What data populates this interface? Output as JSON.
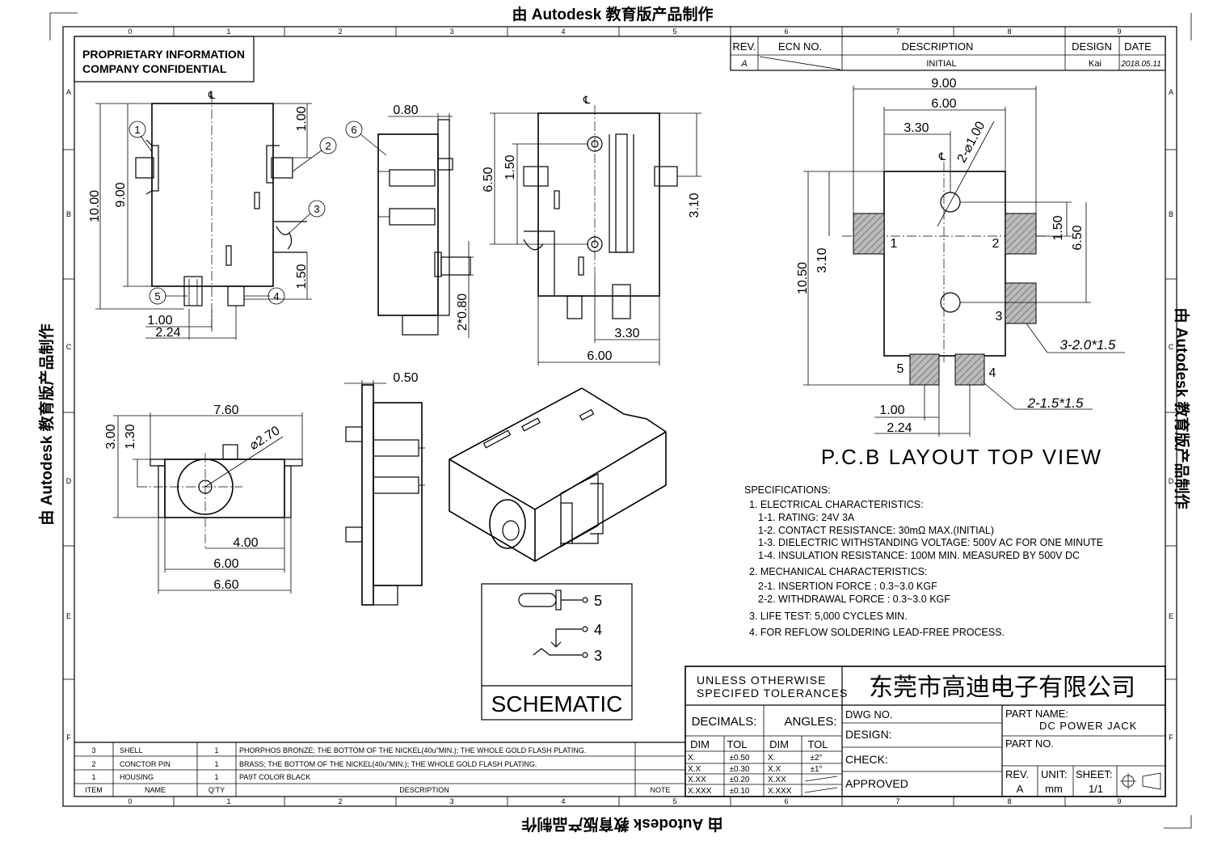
{
  "watermark": "由 Autodesk 教育版产品制作",
  "proprietary": {
    "line1": "PROPRIETARY INFORMATION",
    "line2": "COMPANY CONFIDENTIAL"
  },
  "grid": {
    "columns": [
      "0",
      "1",
      "2",
      "3",
      "4",
      "5",
      "6",
      "7",
      "8",
      "9"
    ],
    "rows": [
      "A",
      "B",
      "C",
      "D",
      "E",
      "F"
    ]
  },
  "revision_table": {
    "headers": {
      "rev": "REV.",
      "ecn": "ECN NO.",
      "description": "DESCRIPTION",
      "design": "DESIGN",
      "date": "DATE"
    },
    "row": {
      "rev": "A",
      "description": "INITIAL",
      "design": "Kai",
      "date": "2018.05.11"
    }
  },
  "dimensions": {
    "side_view": {
      "height_total": "10.00",
      "height_inner": "9.00",
      "top_gap": "1.00",
      "bottom_gap": "1.50",
      "pitch": "1.00",
      "span": "2.24",
      "balloons": [
        "1",
        "2",
        "3",
        "4",
        "5"
      ]
    },
    "end_view": {
      "tab": "0.80",
      "pin": "2*0.80",
      "balloon": "6"
    },
    "top_view": {
      "pin_pitch": "1.50",
      "height": "6.50",
      "offset": "3.10",
      "width": "6.00",
      "half": "3.30"
    },
    "front_view": {
      "width": "7.60",
      "height": "3.00",
      "center": "1.30",
      "diameter": "⌀2.70",
      "w1": "4.00",
      "w2": "6.00",
      "w3": "6.60"
    },
    "rear_view": {
      "tab": "0.50"
    },
    "pcb": {
      "w_outer": "9.00",
      "w_inner": "6.00",
      "w_half": "3.30",
      "holes": "2-⌀1.00",
      "height": "10.50",
      "offset": "3.10",
      "pitch_v": "1.50",
      "pitch_h": "6.50",
      "pad_a": "3-2.0*1.5",
      "pad_b": "2-1.5*1.5",
      "d1": "1.00",
      "d2": "2.24",
      "pads": [
        "1",
        "2",
        "3",
        "4",
        "5"
      ],
      "title": "P.C.B LAYOUT TOP VIEW"
    }
  },
  "schematic": {
    "title": "SCHEMATIC",
    "pins": [
      "5",
      "4",
      "3"
    ]
  },
  "specifications": {
    "heading": "SPECIFICATIONS:",
    "lines": [
      "1. ELECTRICAL CHARACTERISTICS:",
      "1-1. RATING: 24V 3A",
      "1-2. CONTACT RESISTANCE: 30mΩ MAX.(INITIAL)",
      "1-3. DIELECTRIC WITHSTANDING VOLTAGE: 500V AC FOR ONE MINUTE",
      "1-4. INSULATION RESISTANCE: 100M   MIN. MEASURED BY 500V DC",
      "2. MECHANICAL CHARACTERISTICS:",
      "2-1. INSERTION FORCE : 0.3~3.0 KGF",
      "2-2. WITHDRAWAL FORCE : 0.3~3.0 KGF",
      "3. LIFE TEST: 5,000 CYCLES MIN.",
      "4. FOR REFLOW SOLDERING LEAD-FREE PROCESS."
    ]
  },
  "title_block": {
    "tol_heading": "UNLESS OTHERWISE\nSPECIFED TOLERANCES",
    "company": "东莞市高迪电子有限公司",
    "decimals": "DECIMALS:",
    "angles": "ANGLES:",
    "dim": "DIM",
    "tol": "TOL",
    "tol_rows": [
      {
        "dim": "X.",
        "tol": "±0.50",
        "adim": "X.",
        "atol": "±2°"
      },
      {
        "dim": "X.X",
        "tol": "±0.30",
        "adim": "X.X",
        "atol": "±1°"
      },
      {
        "dim": "X.XX",
        "tol": "±0.20",
        "adim": "X.XX",
        "atol": ""
      },
      {
        "dim": "X.XXX",
        "tol": "±0.10",
        "adim": "X.XXX",
        "atol": ""
      }
    ],
    "dwg_no": "DWG NO.",
    "design": "DESIGN:",
    "check": "CHECK:",
    "approved": "APPROVED",
    "part_name_label": "PART NAME:",
    "part_name": "DC POWER JACK",
    "part_no": "PART NO.",
    "rev_label": "REV.",
    "rev": "A",
    "unit_label": "UNIT:",
    "unit": "mm",
    "sheet_label": "SHEET:",
    "sheet": "1/1"
  },
  "bom": {
    "headers": {
      "item": "ITEM",
      "name": "NAME",
      "qty": "Q'TY",
      "description": "DESCRIPTION",
      "note": "NOTE"
    },
    "rows": [
      {
        "item": "3",
        "name": "SHELL",
        "qty": "1",
        "description": "PHORPHOS BRONZE; THE BOTTOM OF THE NICKEL(40u\"MIN.); THE WHOLE GOLD FLASH PLATING."
      },
      {
        "item": "2",
        "name": "CONCTOR PIN",
        "qty": "1",
        "description": "BRASS; THE BOTTOM OF THE NICKEL(40u\"MIN.); THE WHOLE GOLD FLASH PLATING."
      },
      {
        "item": "1",
        "name": "HOUSING",
        "qty": "1",
        "description": "PA9T   COLOR BLACK"
      }
    ]
  }
}
